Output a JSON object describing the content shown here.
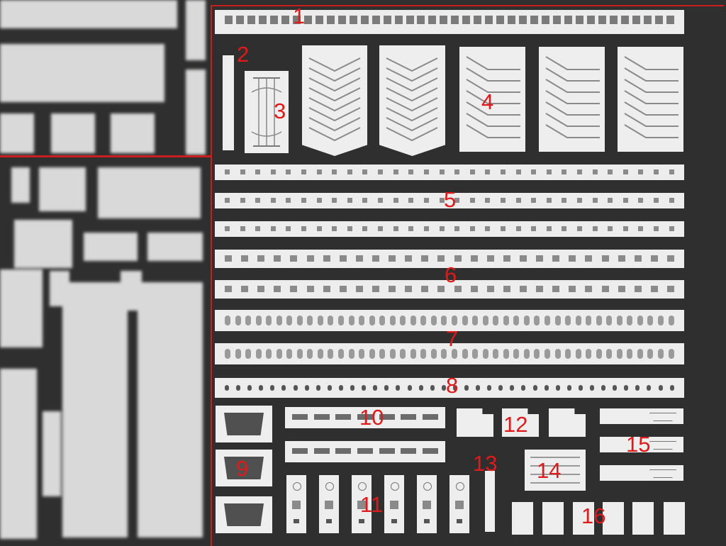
{
  "part_labels": [
    "1",
    "2",
    "3",
    "4",
    "5",
    "6",
    "7",
    "8",
    "9",
    "10",
    "11",
    "12",
    "13",
    "14",
    "15",
    "16"
  ],
  "colors": {
    "background": "#2f2f2f",
    "sheet": "#eeeeee",
    "label": "#e01a1a",
    "frame": "#c81e1e"
  }
}
